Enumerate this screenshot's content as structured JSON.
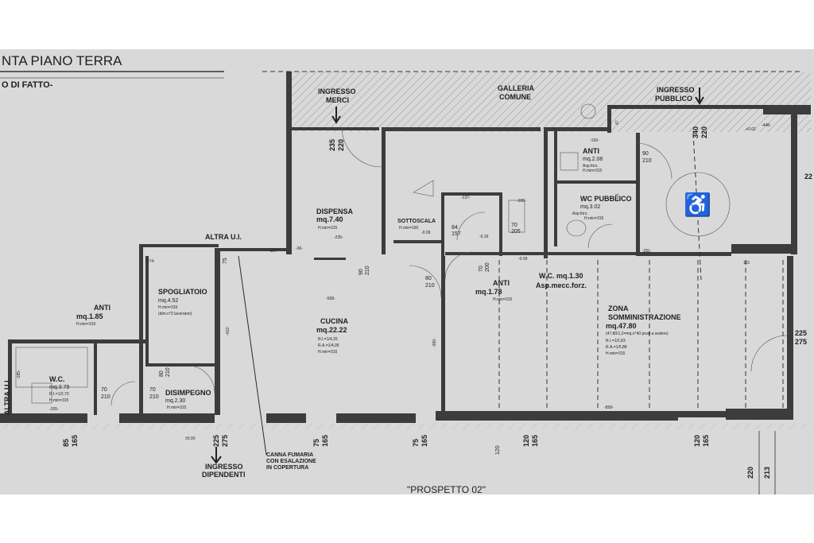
{
  "title": "NTA PIANO TERRA",
  "subtitle": "O DI FATTO-",
  "rooms": {
    "ingresso_merci": [
      "INGRESSO",
      "MERCI"
    ],
    "galleria": [
      "GALLERIA",
      "COMUNE"
    ],
    "ingresso_pubblico": [
      "INGRESSO",
      "PUBBLICO"
    ],
    "dispensa": {
      "name": "DISPENSA",
      "area": "mq.7.40",
      "h": "H.min=315"
    },
    "sottoscala": {
      "name": "SOTTOSCALA",
      "h": "H.min=160"
    },
    "anti_top": {
      "name": "ANTI",
      "area": "mq.2.08",
      "note": "Asp.forz.",
      "h": "H.min=315"
    },
    "wc_pubblico": {
      "name": "WC PUBBLICO",
      "area": "mq.3.02",
      "note": "Asp.forz.",
      "h": "H.min=315"
    },
    "wc_mecc": {
      "name": "W.C. mq.1.30",
      "note": "Asp.mecc.forz."
    },
    "anti_mid": {
      "name": "ANTI",
      "area": "mq.1.78",
      "h": "H.min=315"
    },
    "cucina": {
      "name": "CUCINA",
      "area": "mq.22.22",
      "ri": "R.I.=1/4,25",
      "ra": "R.A.=1/4,05",
      "h": "H.min=315"
    },
    "spogliatoio": {
      "name": "SPOGLIATOIO",
      "area": "mq.4.52",
      "h": "H.min=315",
      "note": "(dim.n°3 lavoratori)"
    },
    "anti_left": {
      "name": "ANTI",
      "area": "mq.1.85",
      "h": "H.min=315"
    },
    "wc_left": {
      "name": "W.C.",
      "area": "mq.3.79",
      "ri": "R.I.=1/2,70",
      "h": "H.min=315"
    },
    "disimpegno": {
      "name": "DISIMPEGNO",
      "area": "mq.2.30",
      "h": "H.min=315"
    },
    "zona": {
      "name1": "ZONA",
      "name2": "SOMMINISTRAZIONE",
      "area": "mq.47.80",
      "note": "(47,80/1,2=mq.n°40 posti a sedere)",
      "ri": "R.I.=1/2,83",
      "ra": "R.A.=1/5,88",
      "h": "H.min=315"
    }
  },
  "labels": {
    "altra_ui_1": "ALTRA U.I.",
    "altra_ui_2": "ALTRA U.I.",
    "canna": [
      "CANNA FUMARIA",
      "CON ESALAZIONE",
      "IN COPERTURA"
    ],
    "ingresso_dip": [
      "INGRESSO",
      "DIPENDENTI"
    ],
    "prospetto": "\"PROSPETTO 02\""
  },
  "dims": {
    "merci": [
      "235",
      "220"
    ],
    "pubblico": [
      "340",
      "220"
    ],
    "right_top": "22",
    "dispensa_door": [
      "90",
      "210"
    ],
    "sottoscala_door": [
      "84",
      "157"
    ],
    "wc_door": [
      "70",
      "205"
    ],
    "anti_door": [
      "90",
      "210"
    ],
    "anti_mid_door": [
      "70",
      "200"
    ],
    "cucina_door": [
      "80",
      "210"
    ],
    "disimp_door": [
      "80",
      "210"
    ],
    "wc_left_door": [
      "70",
      "210"
    ],
    "disimp_door2": [
      "70",
      "210"
    ],
    "right_door": [
      "225",
      "275"
    ],
    "bottom": [
      [
        "85",
        "165"
      ],
      [
        "225",
        "275"
      ],
      [
        "75",
        "165"
      ],
      [
        "75",
        "165"
      ],
      [
        "120",
        "165"
      ],
      [
        "120",
        "165"
      ],
      [
        "220"
      ],
      [
        "213"
      ]
    ],
    "levels": [
      "-0.09",
      "-0.16",
      "-0.09",
      "+0.02",
      "±0.00"
    ],
    "inner": {
      "d193": "-193-",
      "d448": "-448-",
      "d137": "-137-",
      "d100": "-100-",
      "d235": "-235-",
      "d157": "-157-",
      "d36": "-36-",
      "d558": "-558-",
      "d174": "-174-",
      "d422": "-422-",
      "d390": "-390-",
      "d251": "-251-",
      "d858": "-858-",
      "d205": "-205-",
      "d185": "-185-",
      "d75": "75",
      "d120": "120",
      "d47": "47",
      "d115": "115",
      "d315": "315"
    }
  }
}
